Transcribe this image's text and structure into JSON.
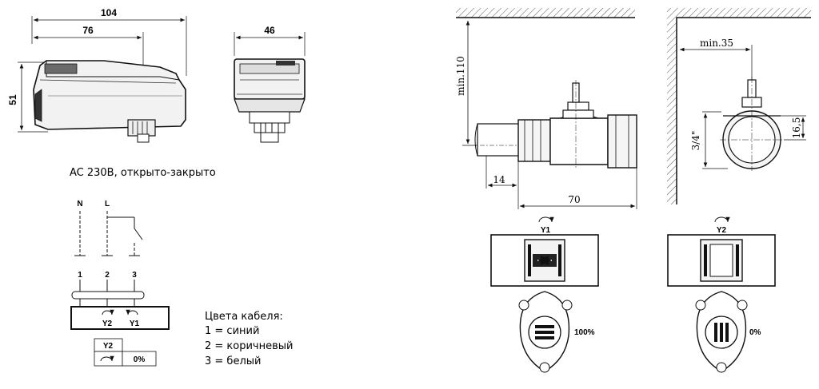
{
  "actuator": {
    "dim_total_width": "104",
    "dim_body_width": "76",
    "dim_height": "51",
    "dim_side_width": "46"
  },
  "wiring": {
    "title": "AC 230В, открыто-закрыто",
    "label_n": "N",
    "label_l": "L",
    "terminal_1": "1",
    "terminal_2": "2",
    "terminal_3": "3",
    "box_y2": "Y2",
    "box_y1": "Y1",
    "table_header": "Y2",
    "table_value": "0%"
  },
  "cable_colors": {
    "title": "Цвета кабеля:",
    "line1": "1 = синий",
    "line2": "2 = коричневый",
    "line3": "3 = белый"
  },
  "valve_install": {
    "min_height": "min.110",
    "dim_14": "14",
    "dim_70": "70",
    "min_side": "min.35",
    "thread": "3/4\"",
    "dim_16_5": "16,5"
  },
  "positions": {
    "y1_label": "Y1",
    "y2_label": "Y2",
    "open_pct": "100%",
    "closed_pct": "0%"
  }
}
